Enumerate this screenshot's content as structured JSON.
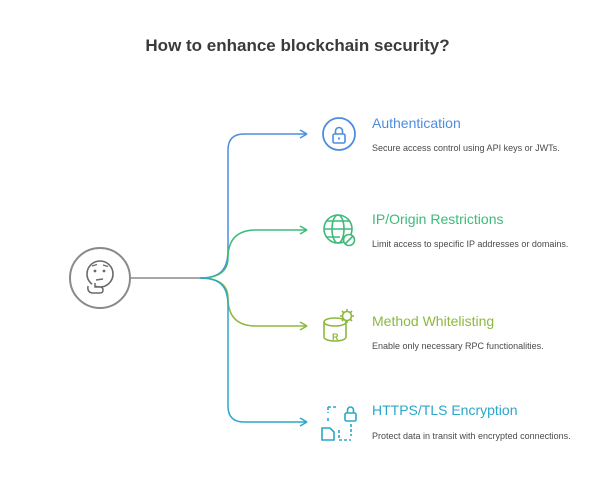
{
  "title": "How to enhance blockchain security?",
  "center_icon": "thinking-face-icon",
  "items": [
    {
      "title": "Authentication",
      "description": "Secure access control using API keys or JWTs.",
      "icon": "lock-icon",
      "color": "#4d8de0"
    },
    {
      "title": "IP/Origin Restrictions",
      "description": "Limit access to specific IP addresses or domains.",
      "icon": "globe-restricted-icon",
      "color": "#3dbb79"
    },
    {
      "title": "Method Whitelisting",
      "description": "Enable only necessary RPC functionalities.",
      "icon": "database-settings-icon",
      "color": "#8db83e"
    },
    {
      "title": "HTTPS/TLS Encryption",
      "description": "Protect data in transit with encrypted connections.",
      "icon": "encrypted-file-icon",
      "color": "#2aa7c9"
    }
  ]
}
